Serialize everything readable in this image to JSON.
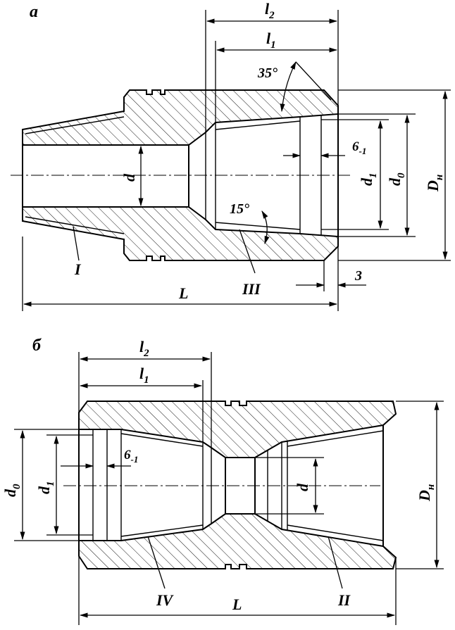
{
  "figure_a": {
    "letter": "а",
    "labels": {
      "l2": "l",
      "l2_sub": "2",
      "l1": "l",
      "l1_sub": "1",
      "angle_top": "35°",
      "angle_bottom": "15°",
      "d": "d",
      "d1": "d",
      "d1_sub": "1",
      "d0": "d",
      "d0_sub": "0",
      "Dn": "D",
      "Dn_sub": "н",
      "six": "6",
      "six_sub": "-1",
      "three": "3",
      "L": "L",
      "zone_I": "I",
      "zone_III": "III"
    }
  },
  "figure_b": {
    "letter": "б",
    "labels": {
      "l2": "l",
      "l2_sub": "2",
      "l1": "l",
      "l1_sub": "1",
      "d0": "d",
      "d0_sub": "0",
      "d1": "d",
      "d1_sub": "1",
      "six": "6",
      "six_sub": "-1",
      "d": "d",
      "Dn": "D",
      "Dn_sub": "н",
      "L": "L",
      "zone_IV": "IV",
      "zone_II": "II"
    }
  }
}
